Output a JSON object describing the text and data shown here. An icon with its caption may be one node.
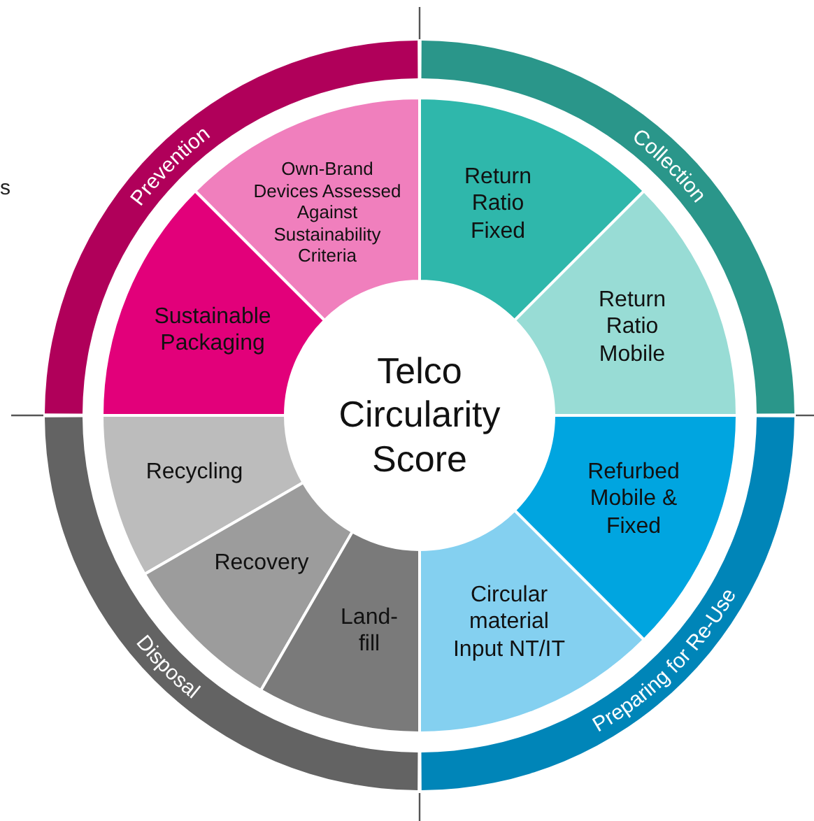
{
  "diagram": {
    "nodes": [
      {
        "text": [
          "Prevention"
        ]
      },
      {
        "text": [
          "Collection"
        ]
      },
      {
        "text": [
          "Own-Brand Devices Assessed Against Sustainability Criteria"
        ]
      },
      {
        "text": [
          "Return Ratio Fixed"
        ]
      },
      {
        "text": [
          "Sustainable Packaging"
        ]
      },
      {
        "text": [
          "Return Ratio Mobile"
        ]
      },
      {
        "text": [
          "Telco Circularity Score"
        ]
      },
      {
        "text": [
          "Recycling"
        ]
      },
      {
        "text": [
          "Refurbed Mobile & Fixed"
        ]
      },
      {
        "text": [
          "Recovery"
        ]
      },
      {
        "text": [
          "Land- fill"
        ]
      },
      {
        "text": [
          "Circular material Input NT/IT"
        ]
      },
      {
        "text": [
          "Disposal"
        ]
      },
      {
        "text": [
          "Preparing for Re-Use"
        ]
      }
    ],
    "labels": [
      "s"
    ]
  }
}
